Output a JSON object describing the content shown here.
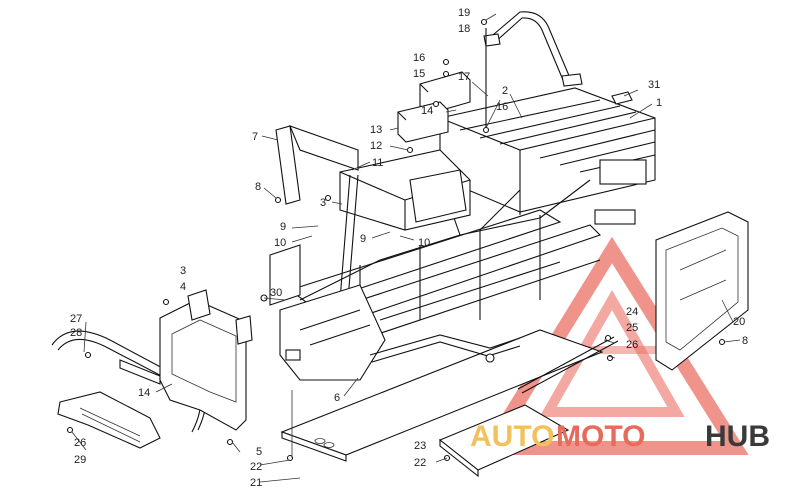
{
  "callouts": [
    {
      "id": "c19",
      "text": "19"
    },
    {
      "id": "c18",
      "text": "18"
    },
    {
      "id": "c16a",
      "text": "16"
    },
    {
      "id": "c15",
      "text": "15"
    },
    {
      "id": "c17",
      "text": "17"
    },
    {
      "id": "c2",
      "text": "2"
    },
    {
      "id": "c16b",
      "text": "16"
    },
    {
      "id": "c31",
      "text": "31"
    },
    {
      "id": "c1",
      "text": "1"
    },
    {
      "id": "c14a",
      "text": "14"
    },
    {
      "id": "c13",
      "text": "13"
    },
    {
      "id": "c12",
      "text": "12"
    },
    {
      "id": "c11",
      "text": "11"
    },
    {
      "id": "c7",
      "text": "7"
    },
    {
      "id": "c8a",
      "text": "8"
    },
    {
      "id": "c3a",
      "text": "3"
    },
    {
      "id": "c9a",
      "text": "9"
    },
    {
      "id": "c10a",
      "text": "10"
    },
    {
      "id": "c9b",
      "text": "9"
    },
    {
      "id": "c10b",
      "text": "10"
    },
    {
      "id": "c3b",
      "text": "3"
    },
    {
      "id": "c4",
      "text": "4"
    },
    {
      "id": "c30",
      "text": "30"
    },
    {
      "id": "c27",
      "text": "27"
    },
    {
      "id": "c28",
      "text": "28"
    },
    {
      "id": "c14b",
      "text": "14"
    },
    {
      "id": "c6",
      "text": "6"
    },
    {
      "id": "c26a",
      "text": "26"
    },
    {
      "id": "c29",
      "text": "29"
    },
    {
      "id": "c5",
      "text": "5"
    },
    {
      "id": "c22a",
      "text": "22"
    },
    {
      "id": "c21",
      "text": "21"
    },
    {
      "id": "c23",
      "text": "23"
    },
    {
      "id": "c22b",
      "text": "22"
    },
    {
      "id": "c24",
      "text": "24"
    },
    {
      "id": "c25",
      "text": "25"
    },
    {
      "id": "c26b",
      "text": "26"
    },
    {
      "id": "c20",
      "text": "20"
    },
    {
      "id": "c8b",
      "text": "8"
    }
  ],
  "watermark": {
    "part1": "AUTO",
    "part2": "MOTO",
    "part3": "HUB",
    "color1": "#f2c15c",
    "color2": "#e86a5a",
    "color3": "#3a3a3a"
  }
}
